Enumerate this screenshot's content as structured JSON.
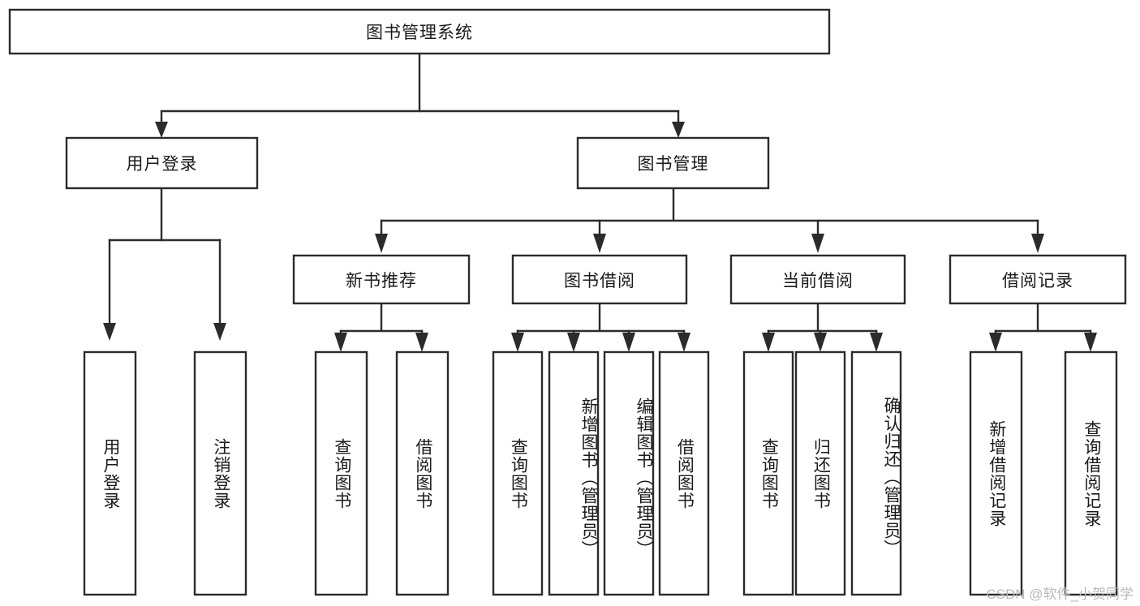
{
  "diagram": {
    "type": "tree",
    "title": "图书管理系统",
    "root": {
      "label": "图书管理系统"
    },
    "tier1": [
      {
        "label": "用户登录"
      },
      {
        "label": "图书管理"
      }
    ],
    "tier2": [
      {
        "label": "新书推荐"
      },
      {
        "label": "图书借阅"
      },
      {
        "label": "当前借阅"
      },
      {
        "label": "借阅记录"
      }
    ],
    "leaves": {
      "user_login": [
        {
          "label": "用户登录"
        },
        {
          "label": "注销登录"
        }
      ],
      "new_book_recommend": [
        {
          "label": "查询图书"
        },
        {
          "label": "借阅图书"
        }
      ],
      "book_borrow": [
        {
          "label": "查询图书"
        },
        {
          "label": "新增图书（管理员）"
        },
        {
          "label": "编辑图书（管理员）"
        },
        {
          "label": "借阅图书"
        }
      ],
      "current_borrow": [
        {
          "label": "查询图书"
        },
        {
          "label": "归还图书"
        },
        {
          "label": "确认归还（管理员）"
        }
      ],
      "borrow_record": [
        {
          "label": "新增借阅记录"
        },
        {
          "label": "查询借阅记录"
        }
      ]
    }
  },
  "watermark": {
    "text": "CSDN @软件_小贺同学"
  },
  "colors": {
    "stroke": "#2b2b2b",
    "fill": "#ffffff",
    "text": "#1a1a1a",
    "watermark": "#b9b9b9",
    "background": "#ffffff"
  }
}
